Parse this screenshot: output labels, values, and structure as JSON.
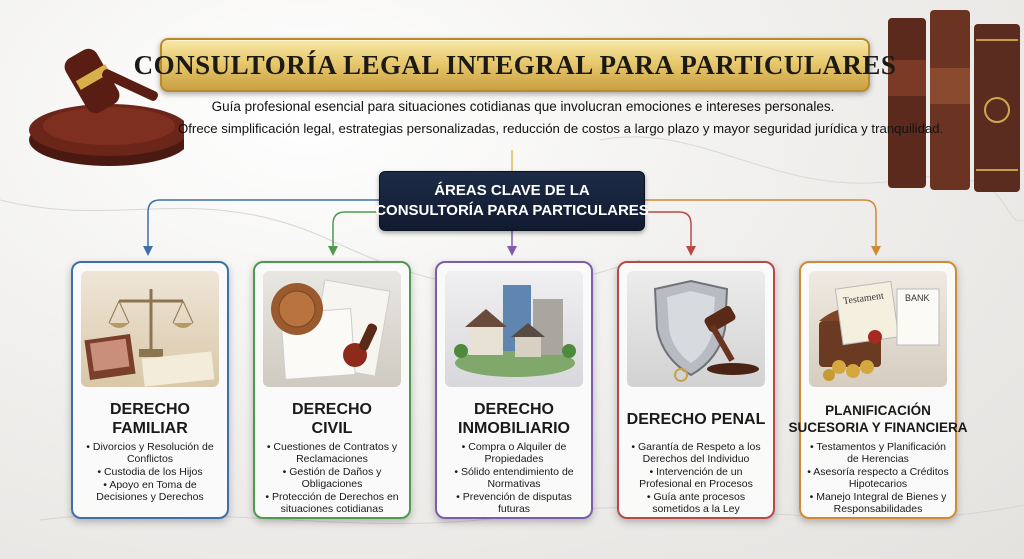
{
  "title": "CONSULTORÍA LEGAL INTEGRAL PARA PARTICULARES",
  "intro": {
    "line1": "Guía profesional esencial para situaciones cotidianas que involucran emociones e intereses personales.",
    "line2": "Ofrece simplificación legal, estrategias personalizadas, reducción de costos a largo plazo y mayor seguridad jurídica y tranquilidad."
  },
  "center": {
    "line1": "ÁREAS CLAVE DE LA",
    "line2": "CONSULTORÍA PARA PARTICULARES"
  },
  "colors": {
    "familiar": "#3f6fa8",
    "civil": "#4f9a4f",
    "inmobiliario": "#7d5cb0",
    "penal": "#b84a45",
    "sucesoria": "#d08a35",
    "gold": "#e0bd5c",
    "navy": "#16223b"
  },
  "cards": [
    {
      "title1": "DERECHO",
      "title2": "FAMILIAR",
      "illustration": "scales-and-family-photo",
      "items": [
        "Divorcios y Resolución de Conflictos",
        "Custodia de los Hijos",
        "Apoyo en Toma de Decisiones y Derechos"
      ]
    },
    {
      "title1": "DERECHO",
      "title2": "CIVIL",
      "illustration": "contract-seal-stamp",
      "items": [
        "Cuestiones de Contratos y Reclamaciones",
        "Gestión de Daños y Obligaciones",
        "Protección de Derechos en situaciones cotidianas"
      ]
    },
    {
      "title1": "DERECHO",
      "title2": "INMOBILIARIO",
      "illustration": "buildings-houses",
      "items": [
        "Compra o Alquiler de Propiedades",
        "Sólido entendimiento de Normativas",
        "Prevención de disputas futuras"
      ]
    },
    {
      "title1": "DERECHO PENAL",
      "title2": "",
      "illustration": "shield-gavel-handcuffs",
      "items": [
        "Garantía de Respeto a los Derechos del Individuo",
        "Intervención de un Profesional en Procesos",
        "Guía ante procesos sometidos a la Ley"
      ]
    },
    {
      "title1": "PLANIFICACIÓN",
      "title2": "SUCESORIA Y FINANCIERA",
      "illustration": "testament-chest-bank",
      "items": [
        "Testamentos y Planificación de Herencias",
        "Asesoría respecto a Créditos Hipotecarios",
        "Manejo Integral de Bienes y Responsabilidades"
      ],
      "illus_labels": {
        "testament": "Testament",
        "bank": "BANK"
      }
    }
  ],
  "decor": {
    "left": "gavel-icon",
    "right": "law-books-icon"
  }
}
